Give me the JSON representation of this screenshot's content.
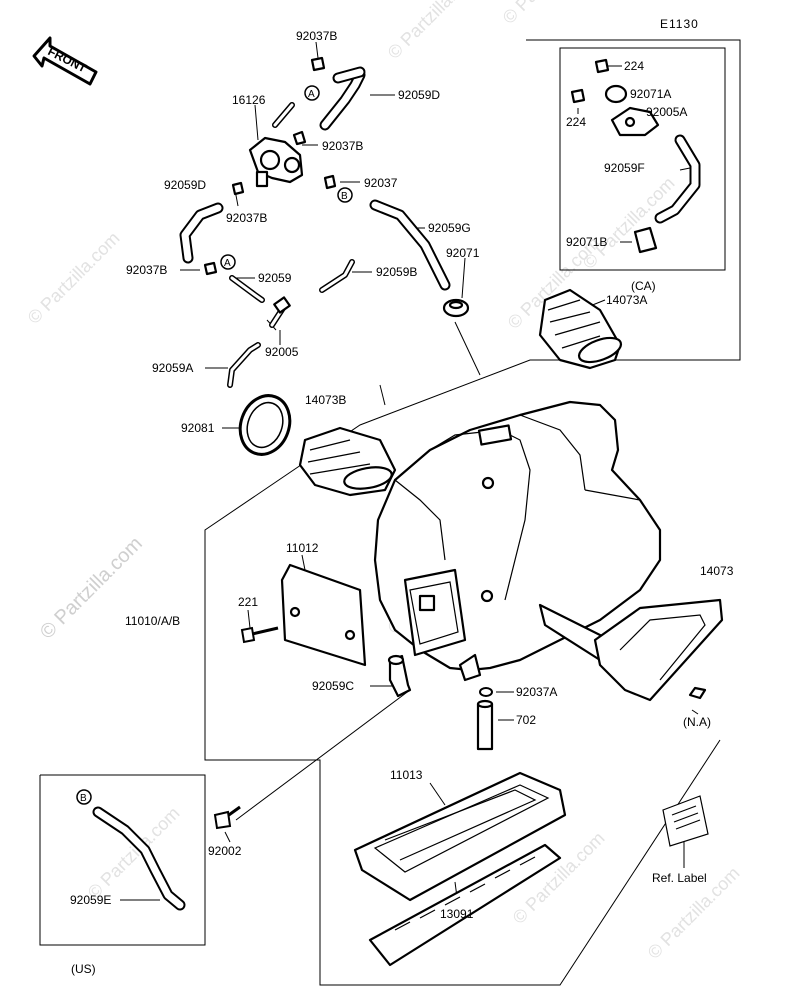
{
  "diagram": {
    "ref_code": "E1130",
    "front_label": "FRONT",
    "watermark": "© Partzilla.com",
    "parts": {
      "p92037B_top": "92037B",
      "p92059D_top": "92059D",
      "p16126": "16126",
      "p92037B_mid": "92037B",
      "p92037": "92037",
      "p92059D_left": "92059D",
      "p92037B_left1": "92037B",
      "p92059G": "92059G",
      "p92037B_left2": "92037B",
      "p92059": "92059",
      "p92059B": "92059B",
      "p92071": "92071",
      "p92005": "92005",
      "p92059A": "92059A",
      "p14073A": "14073A",
      "p92081": "92081",
      "p14073B": "14073B",
      "p11012": "11012",
      "p221": "221",
      "p11010AB": "11010/A/B",
      "p14073": "14073",
      "p92059C": "92059C",
      "p92037A": "92037A",
      "p702": "702",
      "p11013": "11013",
      "p92002": "92002",
      "p13091": "13091",
      "p92059E": "92059E",
      "p224_a": "224",
      "p92071A": "92071A",
      "p224_b": "224",
      "p92005A": "92005A",
      "p92059F": "92059F",
      "p92071B": "92071B"
    },
    "markers": {
      "a1": "A",
      "a2": "A",
      "b1": "B",
      "b2": "B"
    },
    "notes": {
      "ca": "(CA)",
      "na": "(N.A)",
      "us": "(US)",
      "ref_label": "Ref. Label"
    }
  }
}
